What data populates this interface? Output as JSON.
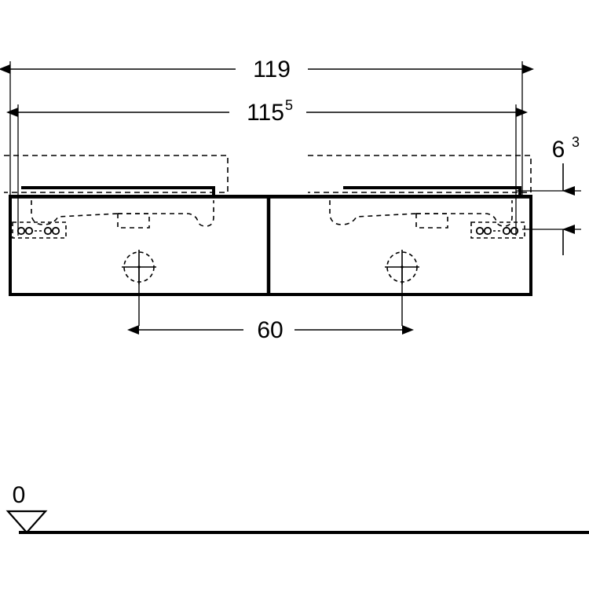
{
  "drawing": {
    "title": "Double washbasin vanity unit - front elevation",
    "units": "cm",
    "line_color": "#000000",
    "background_color": "#ffffff"
  },
  "dimensions": {
    "overall_width": {
      "label": "119",
      "sup": "",
      "name": "overall-width"
    },
    "cabinet_width": {
      "label": "115",
      "sup": "5",
      "name": "cabinet-width"
    },
    "handle_spacing": {
      "label": "60",
      "sup": "",
      "name": "handle-spacing"
    },
    "top_height": {
      "label": "6",
      "sup": "3",
      "name": "top-height"
    }
  },
  "level_marker": {
    "label": "0",
    "name": "floor-level-datum"
  },
  "components": {
    "basin_left": "basin-outline-left",
    "basin_right": "basin-outline-right",
    "cabinet_body": "cabinet-body",
    "divider": "cabinet-center-divider",
    "handle_left": "handle-marker-left",
    "handle_right": "handle-marker-right",
    "connections_left": "plumbing-connections-left",
    "connections_right": "plumbing-connections-right"
  }
}
